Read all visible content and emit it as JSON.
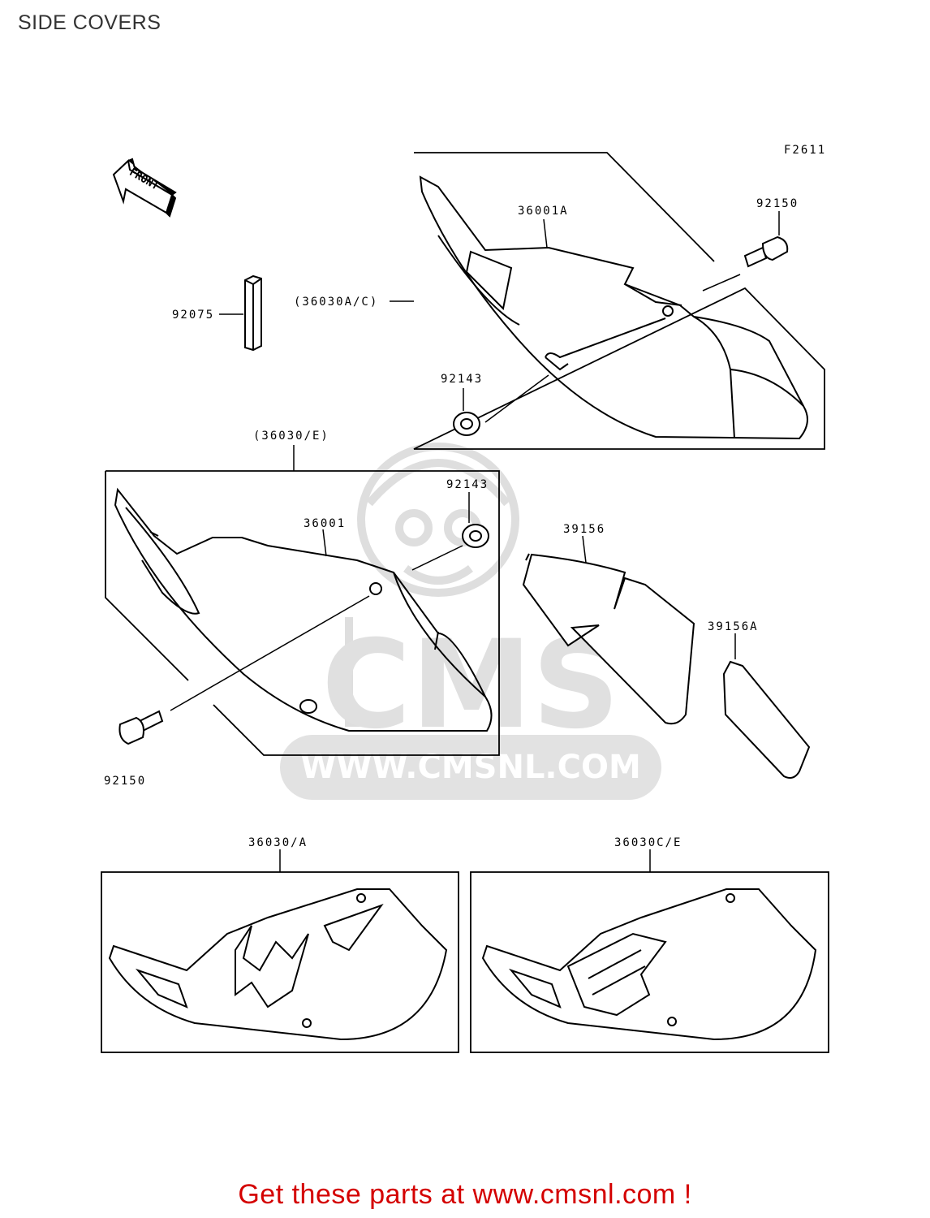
{
  "page_title": "SIDE COVERS",
  "figure_code": "F2611",
  "front_label": "FRONT",
  "parts": {
    "p36001A": "36001A",
    "p92150_top": "92150",
    "p36030AC": "(36030A/C)",
    "p92075": "92075",
    "p92143_top": "92143",
    "p36030E": "(36030/E)",
    "p92143_mid": "92143",
    "p36001": "36001",
    "p39156": "39156",
    "p39156A": "39156A",
    "p92150_bottom": "92150",
    "p36030A": "36030/A",
    "p36030CE": "36030C/E"
  },
  "watermark": {
    "logo_text": "CMS",
    "url_text": "WWW.CMSNL.COM",
    "color": "#d8d8d8"
  },
  "footer_cta": "Get these parts at www.cmsnl.com !",
  "colors": {
    "line": "#000000",
    "cta": "#d40000",
    "title": "#333333"
  }
}
